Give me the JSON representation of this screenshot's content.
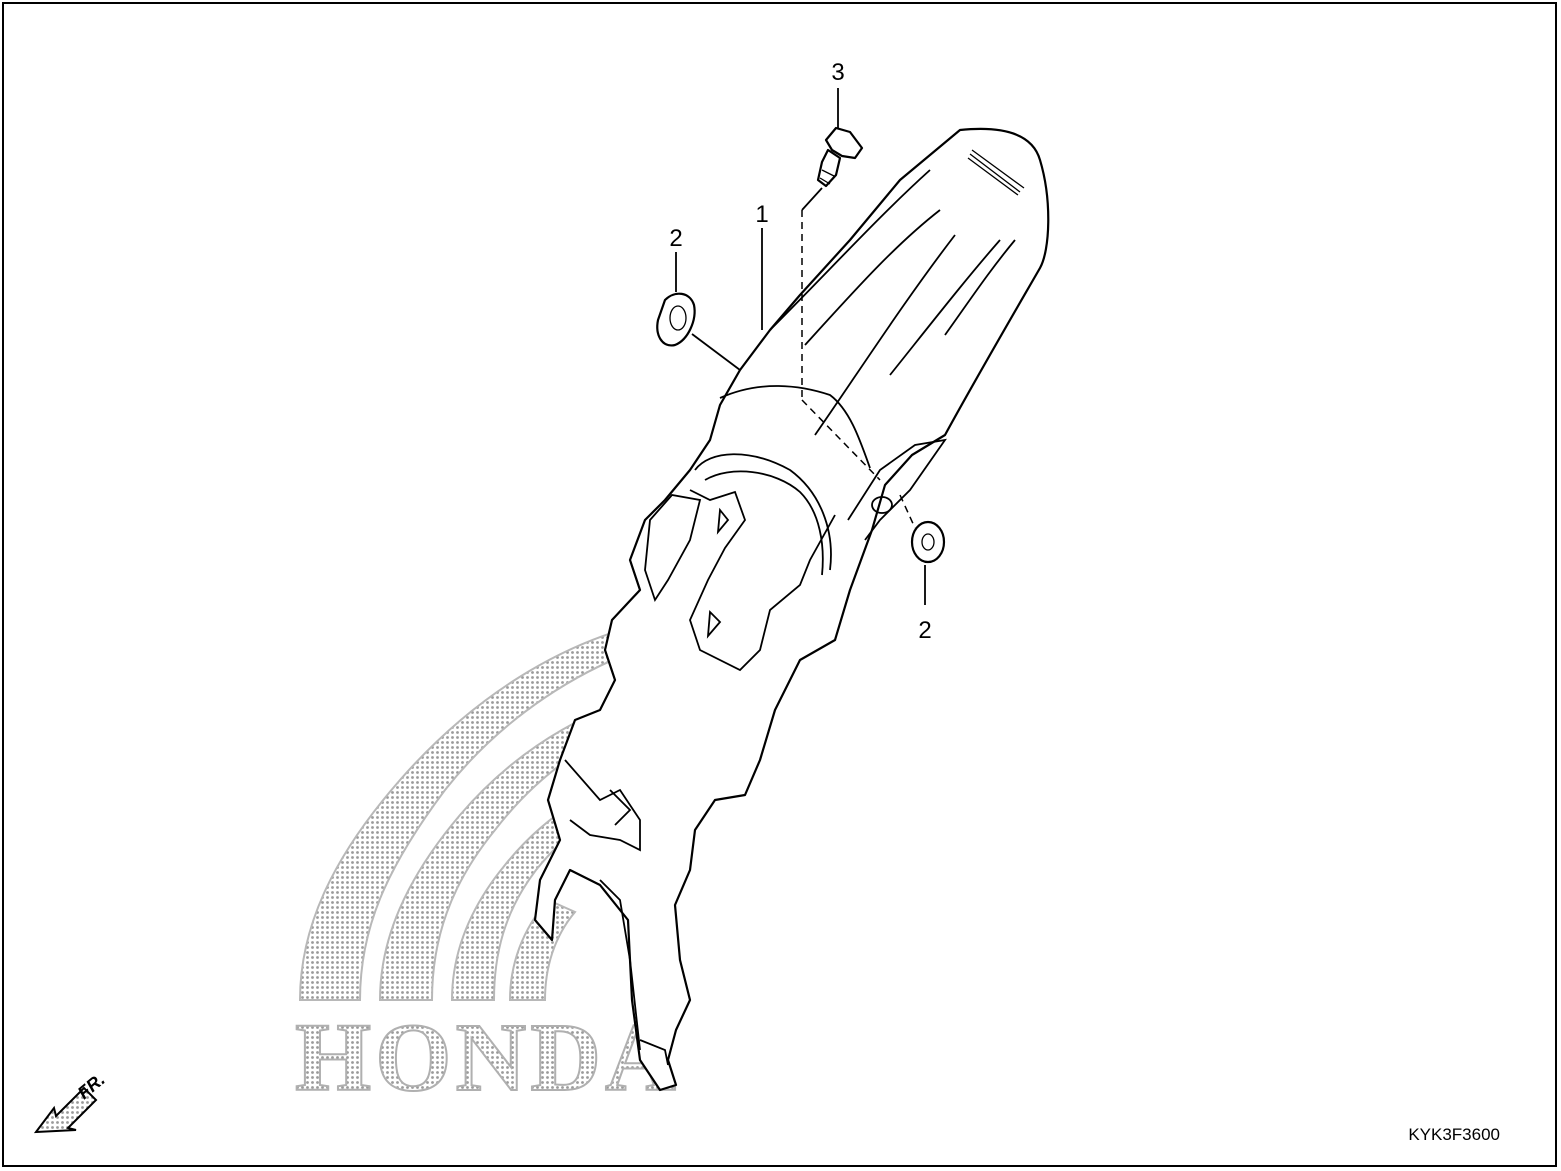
{
  "diagram": {
    "callouts": [
      {
        "id": "callout-1",
        "label": "1"
      },
      {
        "id": "callout-2-left",
        "label": "2"
      },
      {
        "id": "callout-3",
        "label": "3"
      },
      {
        "id": "callout-2-right",
        "label": "2"
      }
    ],
    "direction_label": "FR.",
    "diagram_code": "KYK3F3600",
    "watermark_text": "HONDA",
    "colors": {
      "line": "#000000",
      "watermark": "#b0b0b0",
      "background": "#ffffff"
    }
  }
}
